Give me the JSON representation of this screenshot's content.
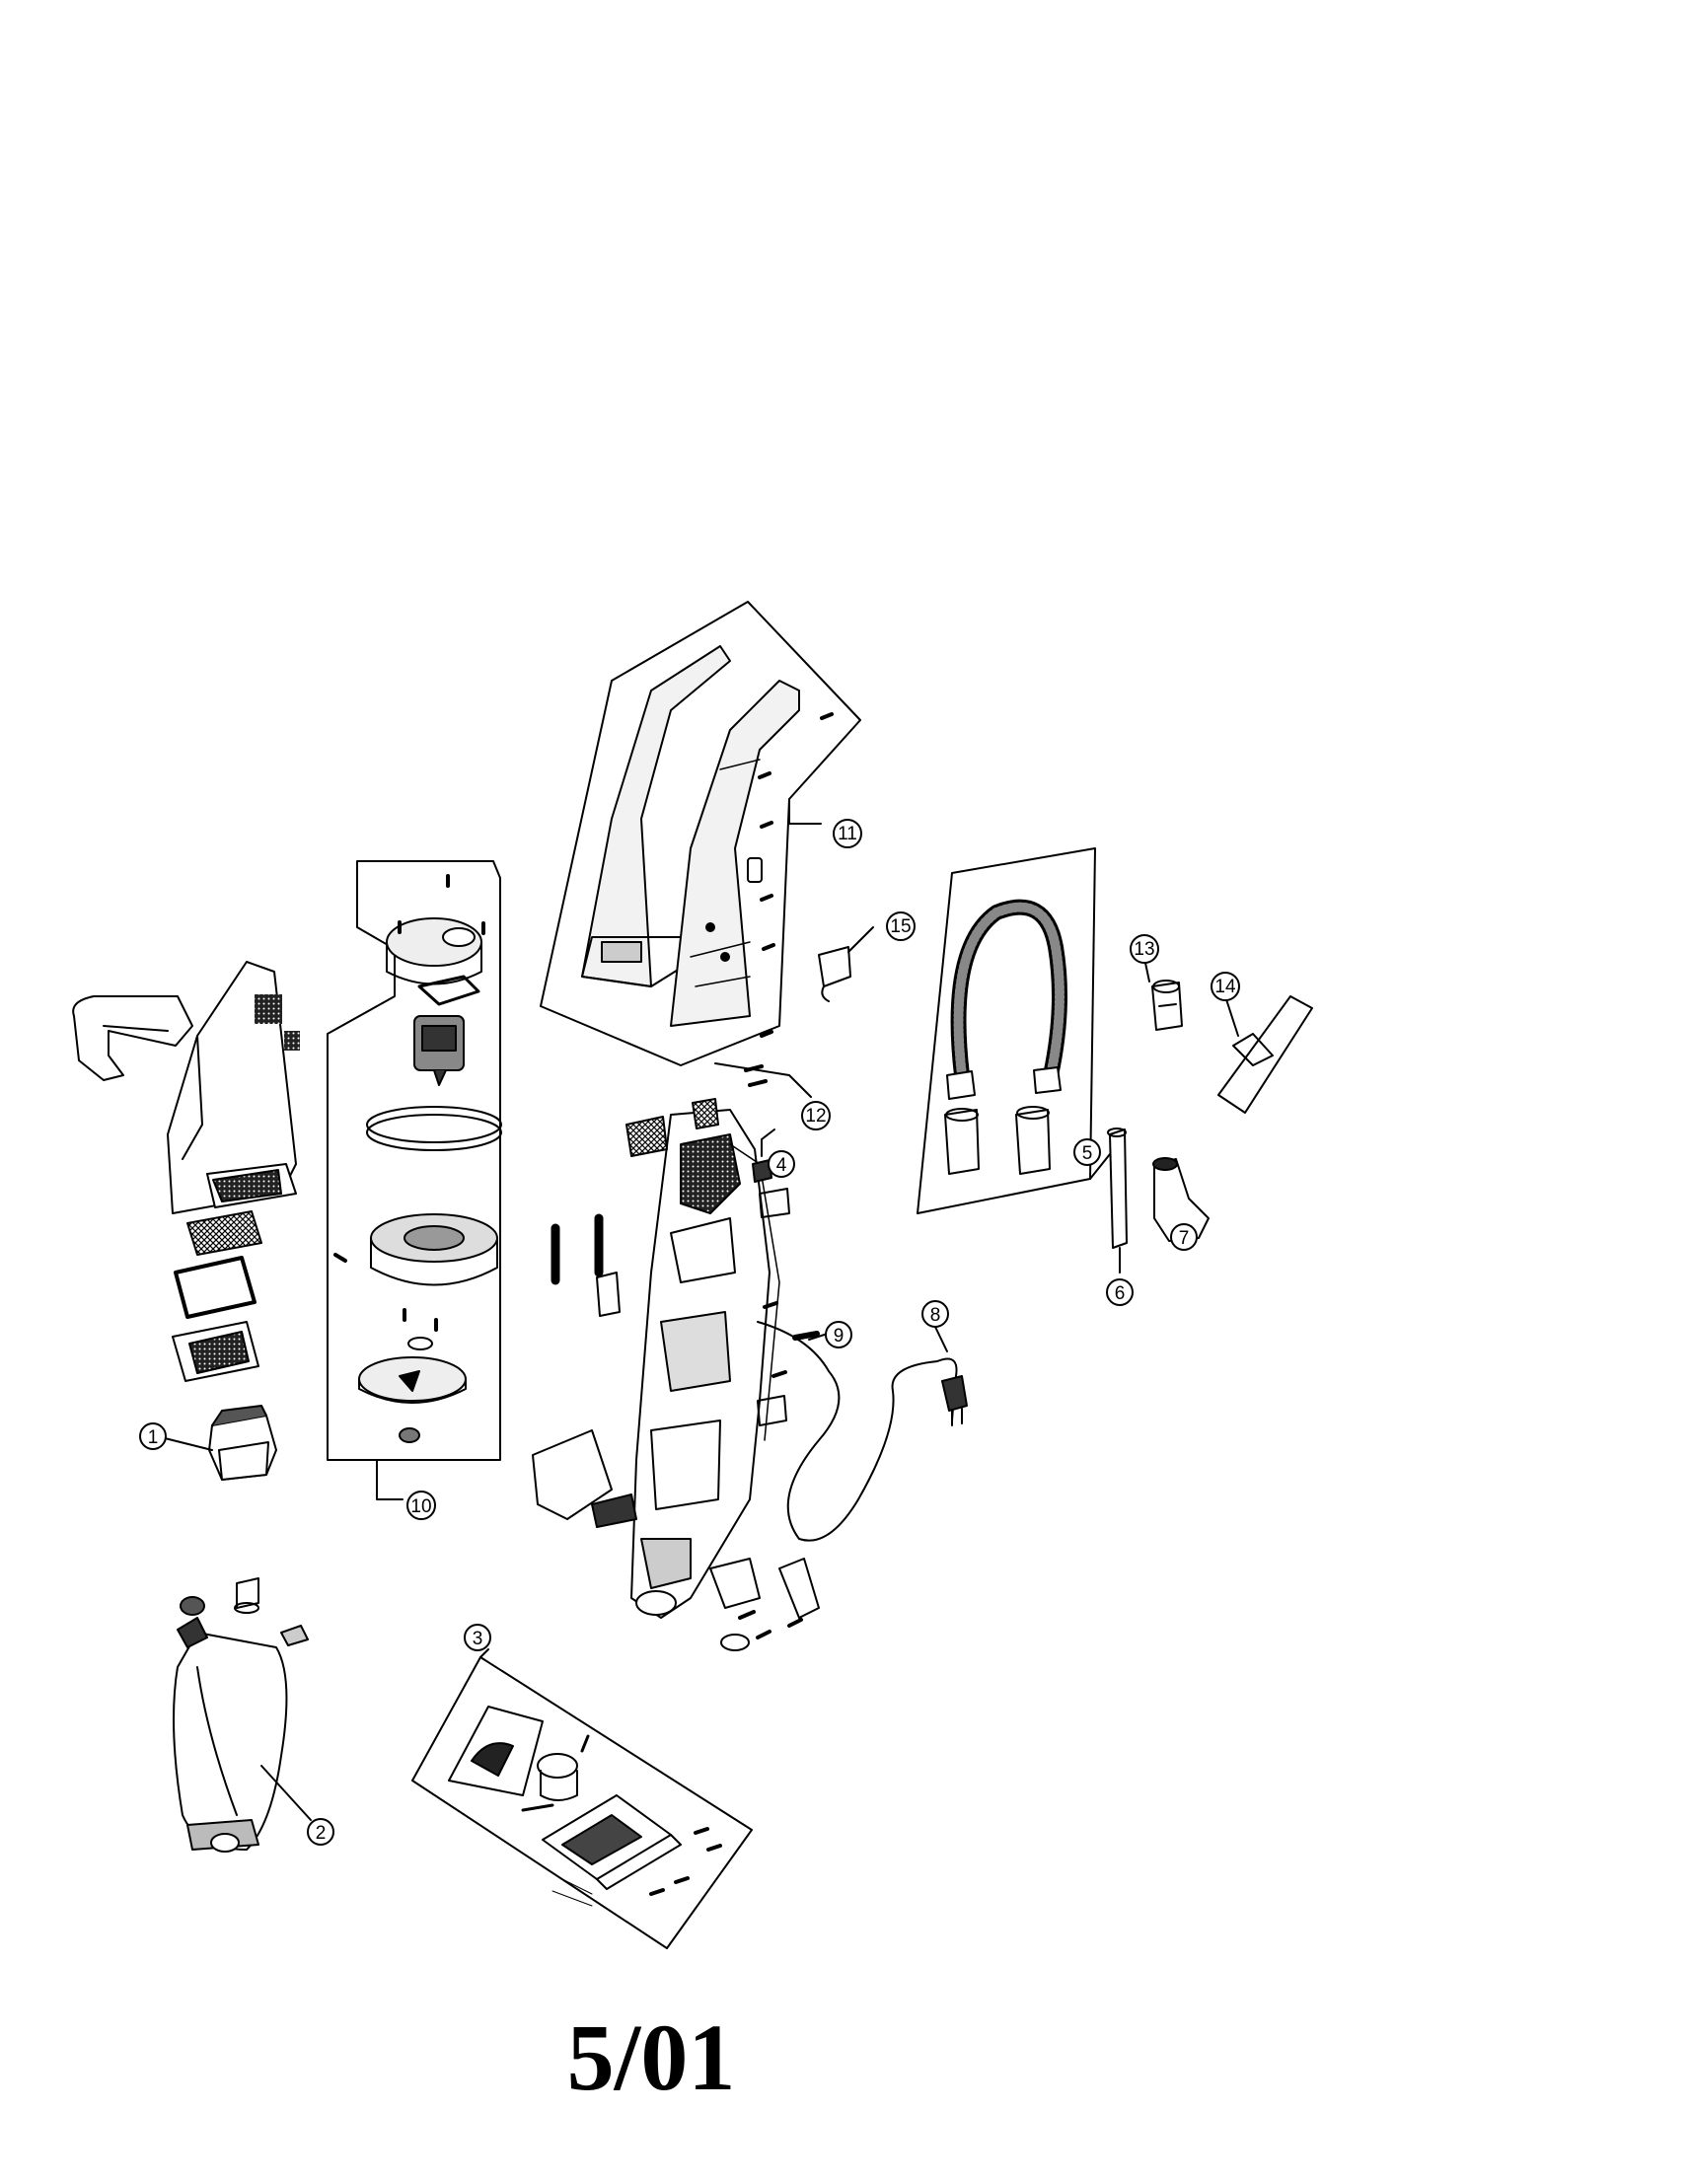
{
  "colors": {
    "ink": "#000000",
    "paper": "#ffffff",
    "shade": "#d9d9d9",
    "dark": "#333333"
  },
  "callouts": [
    "1",
    "2",
    "3",
    "4",
    "5",
    "6",
    "7",
    "8",
    "9",
    "10",
    "11",
    "12",
    "13",
    "14",
    "15"
  ],
  "footer": {
    "date": "5/01"
  }
}
